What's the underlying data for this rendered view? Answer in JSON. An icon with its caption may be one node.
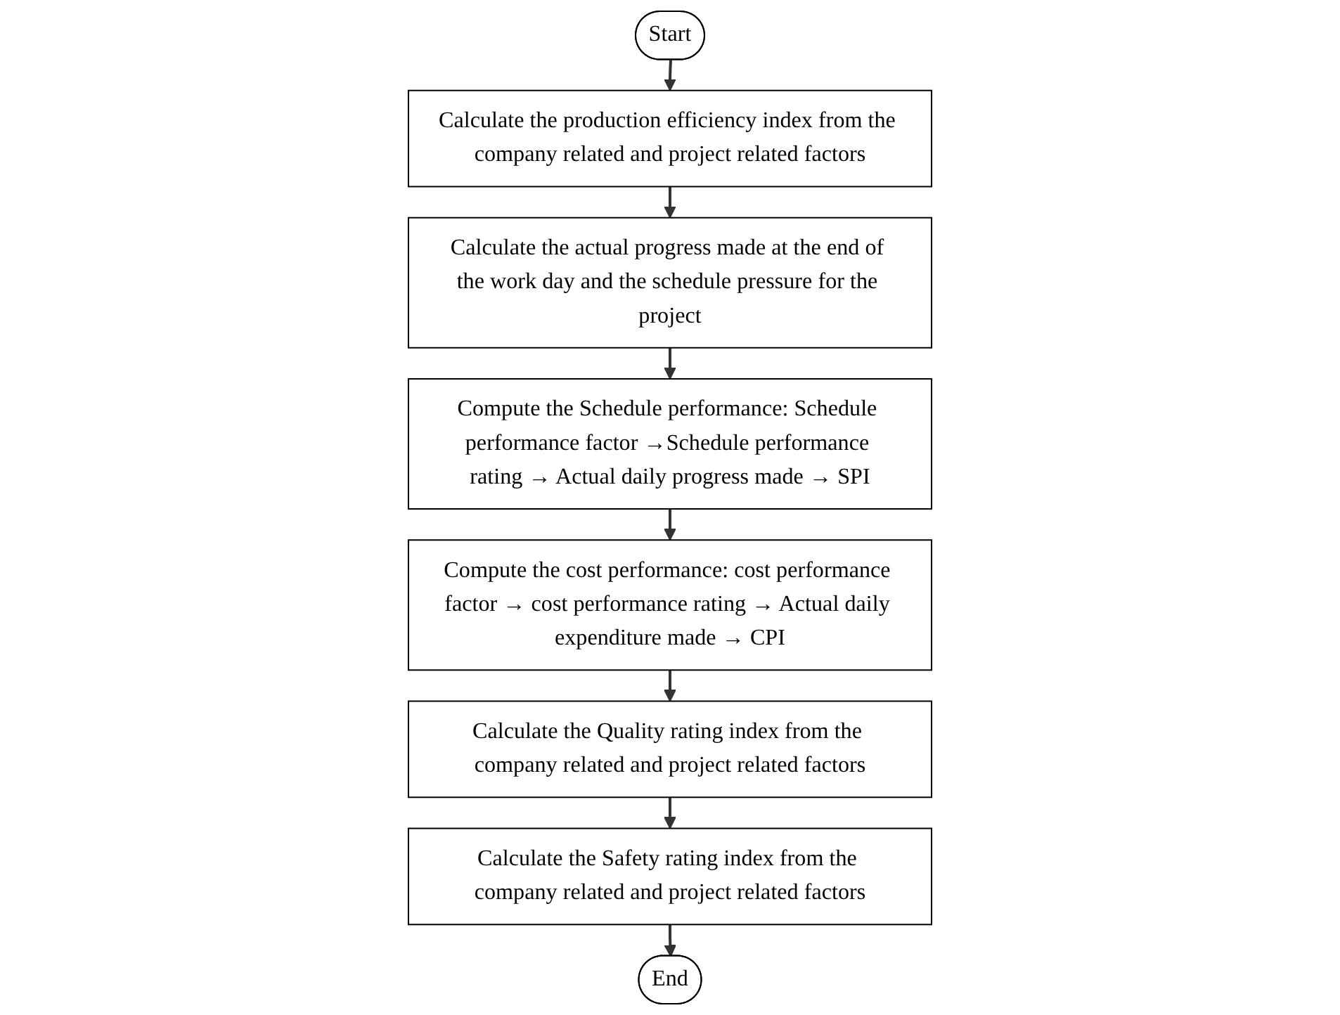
{
  "diagram": {
    "nodes": [
      {
        "text": [
          "Start"
        ]
      },
      {
        "text": [
          "Calculate the production efficiency index from the company related and project related factors"
        ]
      },
      {
        "text": [
          "Calculate the actual progress made at the end of the work day and the schedule pressure for the project"
        ]
      },
      {
        "text": [
          "Compute the Schedule performance: Schedule performance factor →Schedule performance rating → Actual daily progress made → SPI"
        ]
      },
      {
        "text": [
          "Compute the cost performance: cost performance factor → cost performance rating → Actual daily expenditure made → CPI"
        ]
      },
      {
        "text": [
          "Calculate the Quality rating index from the company related and project related factors"
        ]
      },
      {
        "text": [
          "Calculate the Safety rating index from the company related and project related factors"
        ]
      },
      {
        "text": [
          "End"
        ]
      }
    ],
    "edges": [
      {
        "from": 0,
        "to": 1,
        "arrow": "to"
      },
      {
        "from": 1,
        "to": 2,
        "arrow": "to"
      },
      {
        "from": 2,
        "to": 3,
        "arrow": "to"
      },
      {
        "from": 3,
        "to": 4,
        "arrow": "to"
      },
      {
        "from": 4,
        "to": 5,
        "arrow": "to"
      },
      {
        "from": 5,
        "to": 6,
        "arrow": "to"
      },
      {
        "from": 6,
        "to": 7,
        "arrow": "to"
      }
    ]
  }
}
